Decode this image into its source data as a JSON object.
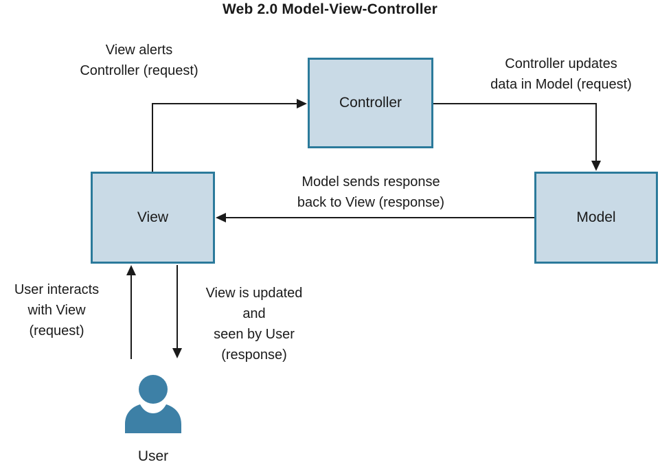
{
  "title": "Web 2.0 Model-View-Controller",
  "nodes": {
    "controller": {
      "label": "Controller"
    },
    "view": {
      "label": "View"
    },
    "model": {
      "label": "Model"
    },
    "user": {
      "label": "User"
    }
  },
  "edges": {
    "view_to_controller": {
      "label": "View alerts\nController (request)"
    },
    "controller_to_model": {
      "label": "Controller updates\ndata in Model (request)"
    },
    "model_to_view": {
      "label": "Model sends response\nback to View (response)"
    },
    "user_to_view": {
      "label": "User interacts\nwith View\n(request)"
    },
    "view_to_user": {
      "label": "View is updated\nand\nseen by User\n(response)"
    }
  },
  "colors": {
    "background": "#ffffff",
    "node_fill": "#c9dae6",
    "node_border": "#2b7a9b",
    "arrow": "#1a1a1a",
    "text": "#1a1a1a",
    "user_icon": "#3d80a6"
  }
}
